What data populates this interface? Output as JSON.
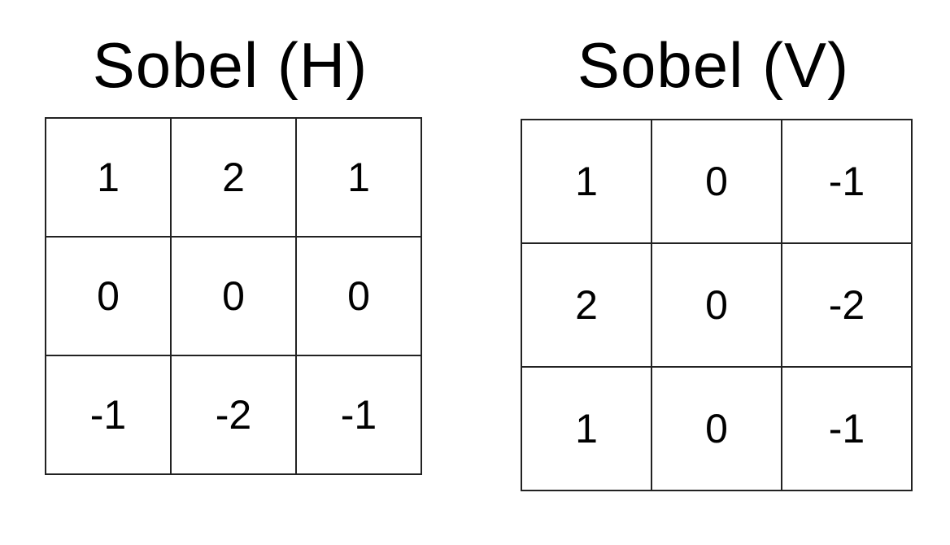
{
  "kernels": [
    {
      "title": "Sobel (H)",
      "rows": [
        [
          "1",
          "2",
          "1"
        ],
        [
          "0",
          "0",
          "0"
        ],
        [
          "-1",
          "-2",
          "-1"
        ]
      ]
    },
    {
      "title": "Sobel (V)",
      "rows": [
        [
          "1",
          "0",
          "-1"
        ],
        [
          "2",
          "0",
          "-2"
        ],
        [
          "1",
          "0",
          "-1"
        ]
      ]
    }
  ]
}
